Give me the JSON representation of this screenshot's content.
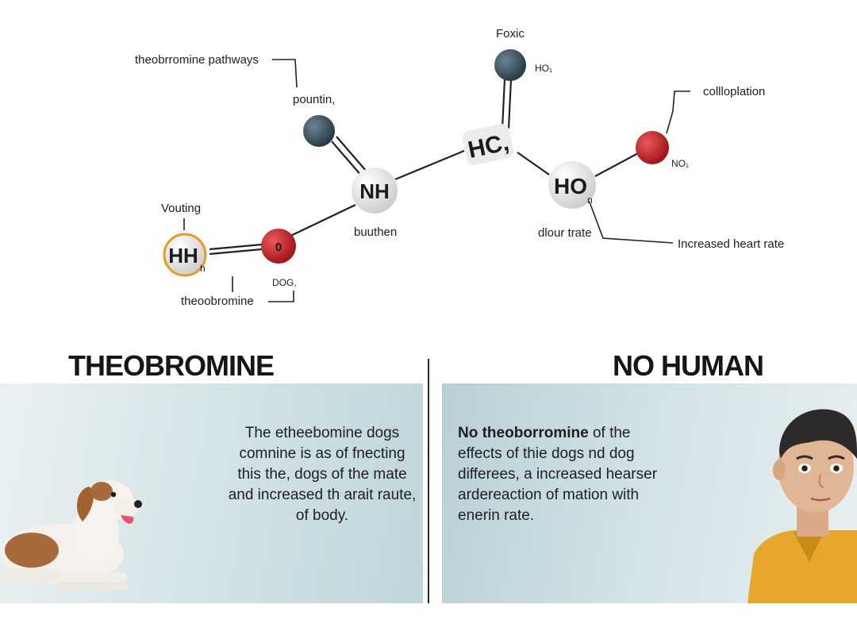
{
  "diagram": {
    "nodes": {
      "nh": "NH",
      "hc": "HC,",
      "ho": "HO",
      "hh": "HH",
      "hh_sub": "h",
      "red_mid": "0",
      "ho_sub": "n"
    },
    "labels": {
      "toxic": "Foxic",
      "pathways": "theobrromine pathways",
      "pountin": "pountin,",
      "hoi": "HO₁",
      "collapse": "collloplation",
      "no": "NO₁",
      "vouting": "Vouting",
      "buuthen": "buuthen",
      "dour_trate": "dlour trate",
      "heart_rate": "Increased heart rate",
      "dog": "DOG,",
      "theobromine": "theoobromine"
    },
    "colors": {
      "dark_atom": "#3b4f5e",
      "red_atom": "#c32025",
      "gray_atom": "#e2e2e2",
      "ring_orange": "#e89a25"
    }
  },
  "left": {
    "heading": "THEOBROMINE",
    "lines": [
      "The etheebomine dogs",
      "comnine is as of fnecting",
      "this the, dogs of the mate",
      "and increased th arait raute,",
      "of body."
    ]
  },
  "right": {
    "heading": "NO HUMAN",
    "lead": "No theoborromine",
    "lines": [
      " of the",
      "effects of thie dogs nd dog",
      "differees, a increased hearser",
      "ardereaction of mation with",
      "enerin rate."
    ]
  }
}
